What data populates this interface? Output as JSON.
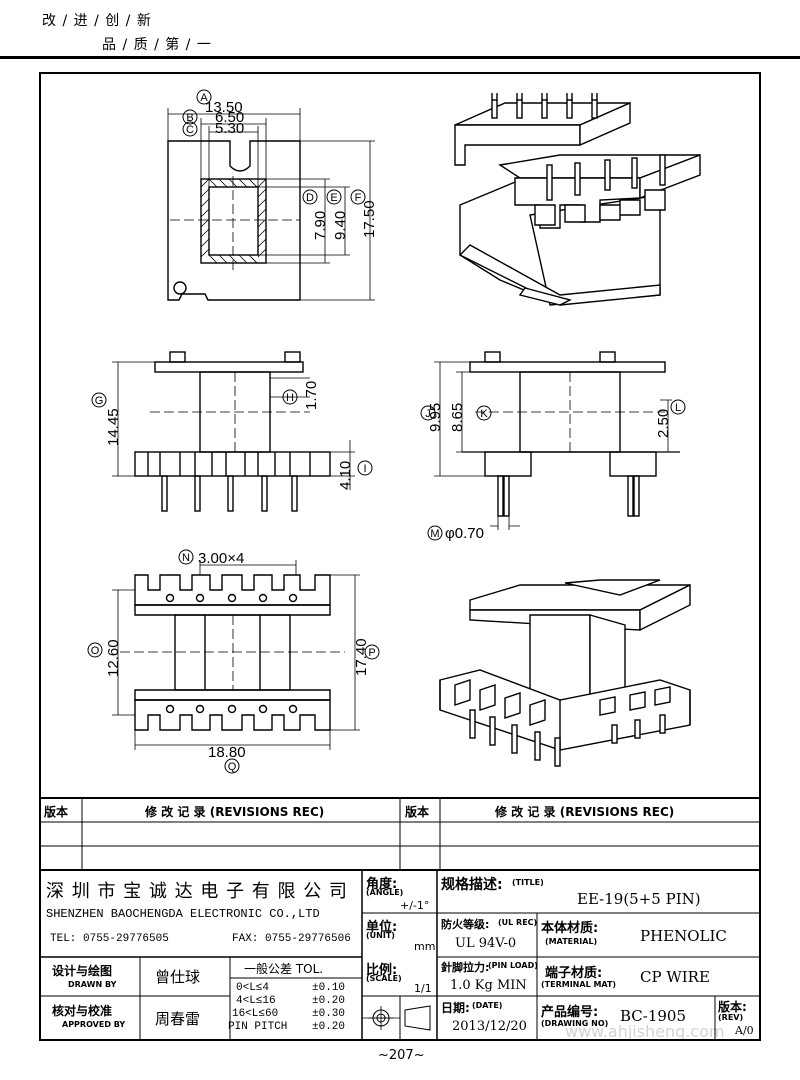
{
  "header": {
    "line1": "改 / 进 / 创 / 新",
    "line2": "品 / 质 / 第 / 一"
  },
  "drawing": {
    "dims": {
      "A": "13.50",
      "B": "6.50",
      "C": "5.30",
      "D": "7.90",
      "E": "9.40",
      "F": "17.50",
      "G": "14.45",
      "H": "1.70",
      "I": "4.10",
      "J": "9.95",
      "K": "8.65",
      "L": "2.50",
      "M": "φ0.70",
      "N": "3.00×4",
      "O": "12.60",
      "P": "17.40",
      "Q": "18.80"
    },
    "markers": [
      "A",
      "B",
      "C",
      "D",
      "E",
      "F",
      "G",
      "H",
      "I",
      "J",
      "K",
      "L",
      "M",
      "N",
      "O",
      "P",
      "Q"
    ]
  },
  "revisions": {
    "col_version": "版本",
    "col_record": "修 改 记 录 (REVISIONS REC)"
  },
  "titleblock": {
    "company_cn": "深 圳 市 宝 诚 达 电 子 有 限 公 司",
    "company_en": "SHENZHEN BAOCHENGDA ELECTRONIC CO.,LTD",
    "tel": "TEL: 0755-29776505",
    "fax": "FAX: 0755-29776506",
    "angle_label": "角度:",
    "angle_label_en": "(ANGLE)",
    "angle_value": "+/-1°",
    "unit_label": "单位:",
    "unit_label_en": "(UNIT)",
    "unit_value": "mm",
    "scale_label": "比例:",
    "scale_label_en": "(SCALE)",
    "scale_value": "1/1",
    "title_label": "规格描述:",
    "title_label_en": "(TITLE)",
    "title_value": "EE-19(5+5 PIN)",
    "ul_label": "防火等级:",
    "ul_label_en": "(UL REC)",
    "ul_value": "UL 94V-0",
    "material_label": "本体材质:",
    "material_label_en": "(MATERIAL)",
    "material_value": "PHENOLIC",
    "pinload_label": "針脚拉力:",
    "pinload_label_en": "(PIN LOAD)",
    "pinload_value": "1.0 Kg MIN",
    "terminal_label": "端子材质:",
    "terminal_label_en": "(TERMINAL MAT)",
    "terminal_value": "CP WIRE",
    "date_label": "日期:",
    "date_label_en": "(DATE)",
    "date_value": "2013/12/20",
    "drawingno_label": "产品编号:",
    "drawingno_label_en": "(DRAWING NO)",
    "drawingno_value": "BC-1905",
    "rev_label": "版本:",
    "rev_label_en": "(REV)",
    "rev_value": "A/0",
    "drawn_label": "设计与绘图",
    "drawn_label_en": "DRAWN BY",
    "drawn_value": "曾仕球",
    "approved_label": "核对与校准",
    "approved_label_en": "APPROVED BY",
    "approved_value": "周春雷",
    "tol_title": "一般公差 TOL.",
    "tol_rows": [
      {
        "range": "0<L≤4",
        "value": "±0.10"
      },
      {
        "range": "4<L≤16",
        "value": "±0.20"
      },
      {
        "range": "16<L≤60",
        "value": "±0.30"
      },
      {
        "range": "PIN PITCH",
        "value": "±0.20"
      }
    ]
  },
  "footer": {
    "page": "~207~",
    "watermark": "www.ahjisheng.com"
  }
}
